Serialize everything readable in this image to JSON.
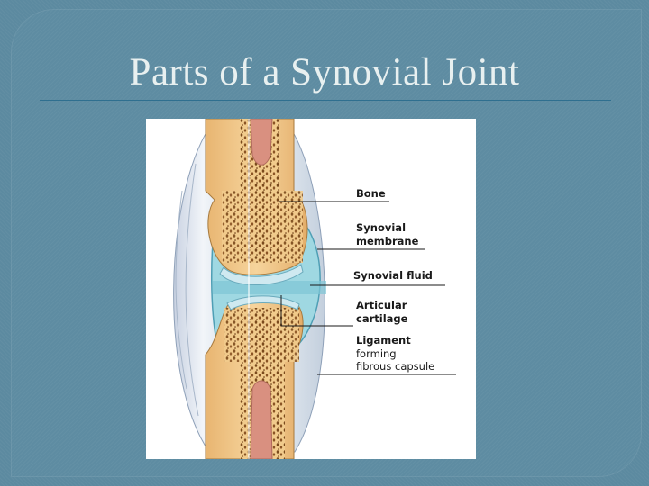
{
  "slide": {
    "title": "Parts of a Synovial Joint"
  },
  "figure": {
    "labels": {
      "bone": "Bone",
      "synovial_membrane_line1": "Synovial",
      "synovial_membrane_line2": "membrane",
      "synovial_fluid": "Synovial fluid",
      "articular_cartilage_line1": "Articular",
      "articular_cartilage_line2": "cartilage",
      "ligament_line1": "Ligament",
      "ligament_line2": "forming",
      "ligament_line3": "fibrous capsule"
    }
  },
  "colors": {
    "background": "#5c8aa0",
    "title_text": "#e8f0f0",
    "bone": "#f3c98a",
    "marrow": "#d99080",
    "synovial_fluid": "#9fd8e2",
    "capsule": "#dfe6ee"
  }
}
